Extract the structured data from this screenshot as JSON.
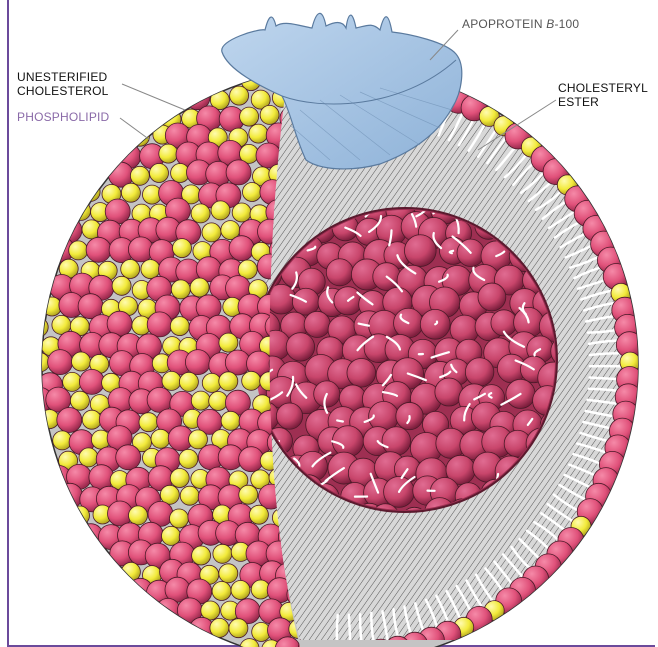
{
  "labels": {
    "apoprotein_prefix": "APOPROTEIN ",
    "apoprotein_italic": "B",
    "apoprotein_suffix": "-100",
    "unesterified_line1": "UNESTERIFIED",
    "unesterified_line2": "CHOLESTEROL",
    "phospholipid": "PHOSPHOLIPID",
    "cholesteryl_line1": "CHOLESTERYL",
    "cholesteryl_line2": "ESTER"
  },
  "colors": {
    "phospholipid_head": "#e0517a",
    "cholesterol_head": "#f2ea3a",
    "ester_core": "#c8456b",
    "apoprotein": "#a9c8e8",
    "tails": "#ffffff",
    "frame": "#6b4a9b",
    "phospholipid_label": "#8a6aa8"
  }
}
